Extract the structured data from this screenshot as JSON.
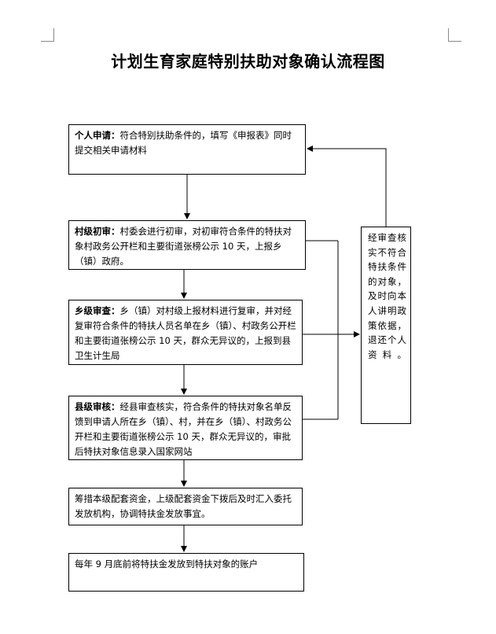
{
  "title": "计划生育家庭特别扶助对象确认流程图",
  "steps": [
    {
      "head": "个人申请：",
      "body": "符合特别扶助条件的，填写《申报表》同时提交相关申请材料"
    },
    {
      "head": "村级初审：",
      "body": "村委会进行初审，对初审符合条件的特扶对象村政务公开栏和主要街道张榜公示 10 天，上报乡（镇）政府。"
    },
    {
      "head": "乡级审查：",
      "body": "乡（镇）对村级上报材料进行复审，并对经复审符合条件的特扶人员名单在乡（镇）、村政务公开栏和主要街道张榜公示 10 天，群众无异议的，上报到县卫生计生局"
    },
    {
      "head": "县级审核：",
      "body": "经县审查核实，符合条件的特扶对象名单反馈到申请人所在乡（镇）、村，并在乡（镇）、村政务公开栏和主要街道张榜公示 10 天，群众无异议的，审批后特扶对象信息录入国家网站"
    },
    {
      "head": "",
      "body": "筹措本级配套资金，上级配套资金下拨后及时汇入委托发放机构，协调特扶金发放事宜。"
    },
    {
      "head": "",
      "body": "每年 9 月底前将特扶金发放到特扶对象的账户"
    }
  ],
  "side_note": "经审查核实不符合特扶条件的对象，及时向本人讲明政策依据，退还个人资料。"
}
